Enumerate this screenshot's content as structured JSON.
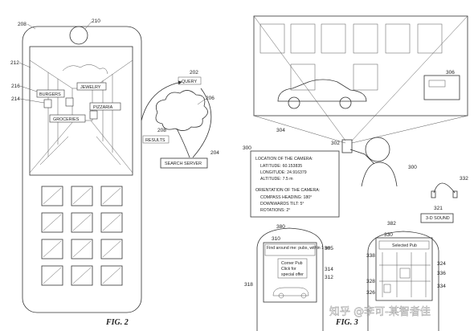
{
  "figures": {
    "fig2": {
      "caption": "FIG. 2",
      "refs": {
        "device": "208",
        "camera": "210",
        "screen": "212",
        "tag_left": "216",
        "tag_left2": "214",
        "query_ref": "202",
        "cloud_ref": "206",
        "results_ref": "208",
        "server_ref": "204"
      },
      "store_labels": [
        "BURGERS",
        "JEWELRY",
        "PIZZARIA",
        "GROCERIES"
      ],
      "query_label": "QUERY",
      "results_label": "RESULTS",
      "server_label": "SEARCH SERVER"
    },
    "fig3": {
      "caption": "FIG. 3",
      "refs": {
        "building_sign": "306",
        "view_cone": "304",
        "camera_ref": "302",
        "info_ref": "300",
        "person_ref": "300",
        "headphones_ref": "332",
        "sound_ref": "321",
        "left_phone": "380",
        "left_phone_ref2": "310",
        "left_result": "305",
        "left_sub": "314",
        "left_sub2": "312",
        "left_side": "318",
        "right_phone": "382",
        "right_top": "330",
        "right_a": "338",
        "right_b": "324",
        "right_c": "336",
        "right_d": "328",
        "right_e": "326",
        "right_f": "334"
      },
      "camera_info": {
        "location_title": "LOCATION OF THE CAMERA:",
        "latitude": "LATITUDE: 60.153835",
        "longitude": "LONGITUDE: 24.916379",
        "altitude": "ALTITUDE: 7.5 m",
        "orientation_title": "ORIENTATION OF THE CAMERA:",
        "compass": "COMPASS HEADING: 180°",
        "tilt": "DOWNWARDS TILT: 5°",
        "rotations": "ROTATIONS: 2°"
      },
      "sound_label": "3-D SOUND",
      "left_phone_text": "Find around me: pubs, within 1 km",
      "left_phone_callout": [
        "Corner Pub",
        "Click for",
        "special offer"
      ],
      "right_phone_title": "Selected Pub"
    }
  },
  "watermark": "知乎 @李可-某智者佳"
}
